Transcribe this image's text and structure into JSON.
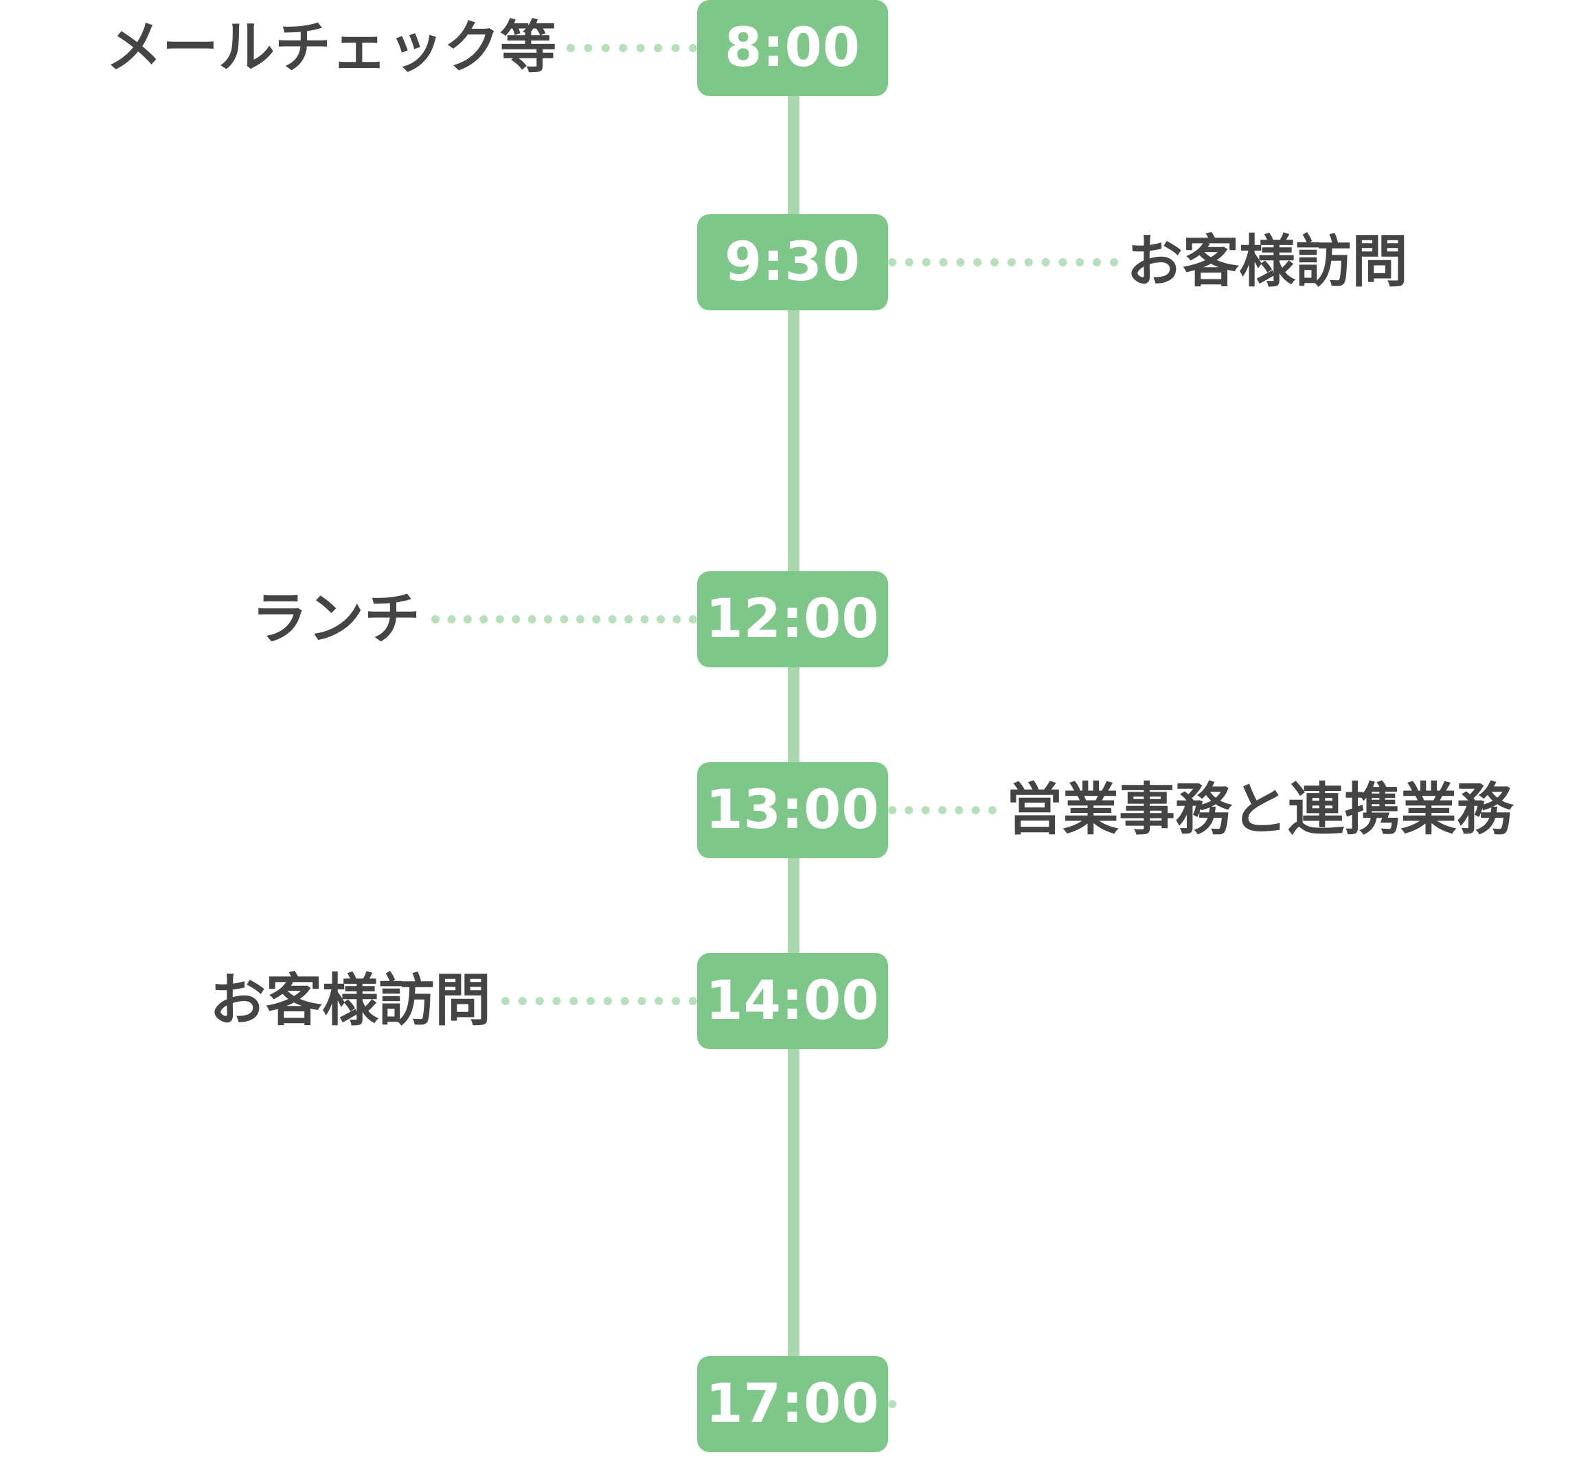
{
  "colors": {
    "accent_green": "#7ec68a",
    "line_green": "#a8d8ac",
    "dot_green": "#b7dfbb",
    "text_dark": "#444444",
    "badge_text": "#ffffff"
  },
  "schedule": [
    {
      "time": "8:00",
      "label": "メールチェック等",
      "side": "left"
    },
    {
      "time": "9:30",
      "label": "お客様訪問",
      "side": "right"
    },
    {
      "time": "12:00",
      "label": "ランチ",
      "side": "left"
    },
    {
      "time": "13:00",
      "label": "営業事務と連携業務",
      "side": "right"
    },
    {
      "time": "14:00",
      "label": "お客様訪問",
      "side": "left"
    },
    {
      "time": "17:00",
      "label": "",
      "side": "right"
    }
  ]
}
